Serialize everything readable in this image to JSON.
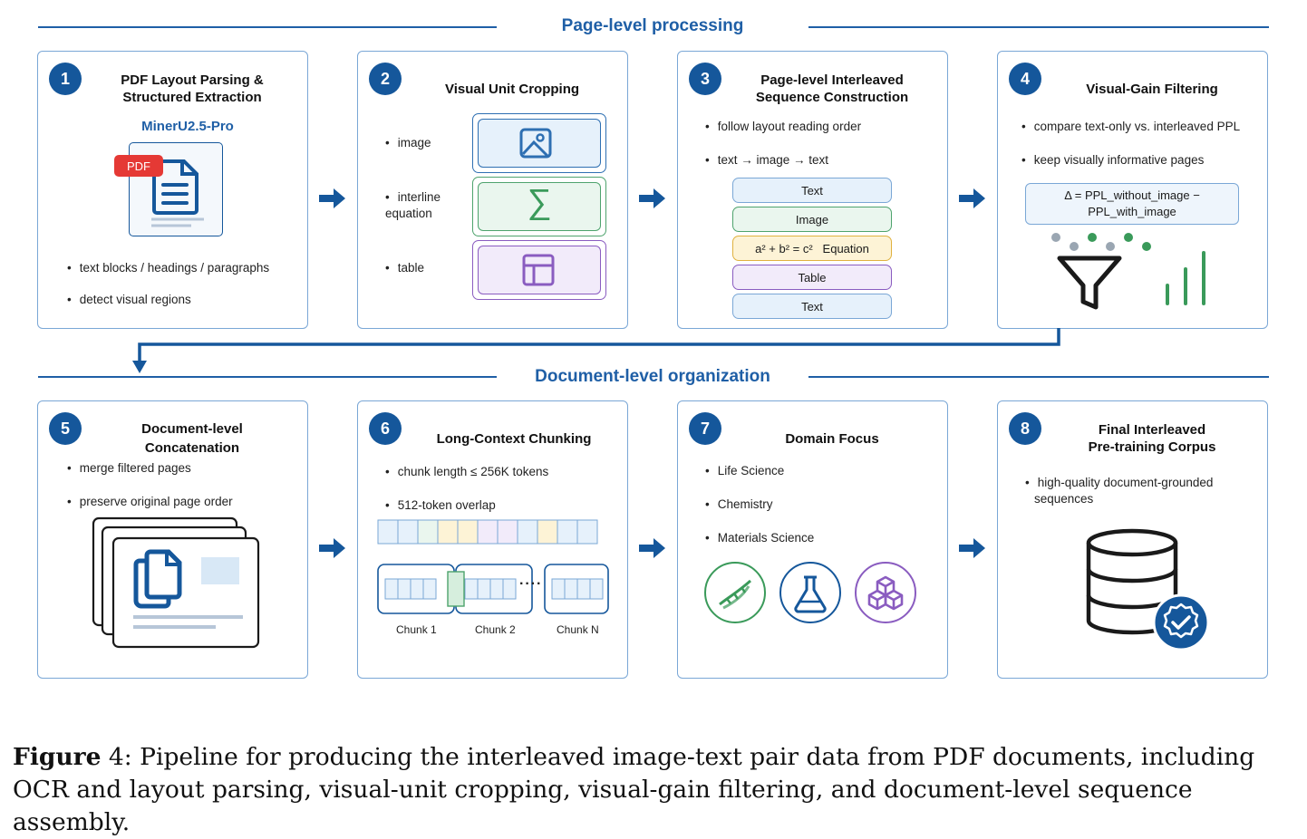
{
  "sections": {
    "page_level": "Page-level processing",
    "document_level": "Document-level organization"
  },
  "cards": {
    "c1": {
      "num": "1",
      "title_line1": "PDF Layout Parsing &",
      "title_line2": "Structured Extraction",
      "tool": "MinerU2.5-Pro",
      "pdf_tag": "PDF",
      "b1": "text blocks / headings / paragraphs",
      "b2": "detect visual regions"
    },
    "c2": {
      "num": "2",
      "title": "Visual Unit Cropping",
      "b1": "image",
      "b2_line1": "interline",
      "b2_line2": "equation",
      "b3": "table"
    },
    "c3": {
      "num": "3",
      "title_line1": "Page-level Interleaved",
      "title_line2": "Sequence Construction",
      "b1": "follow layout reading order",
      "b2": "text → image → text",
      "s1": "Text",
      "s2": "Image",
      "s3_formula": "a² + b² = c²",
      "s3": "Equation",
      "s4": "Table",
      "s5": "Text"
    },
    "c4": {
      "num": "4",
      "title": "Visual-Gain Filtering",
      "b1": "compare text-only vs. interleaved PPL",
      "b2": "keep visually informative pages",
      "formula_line1": "Δ = PPL_without_image −",
      "formula_line2": "PPL_with_image"
    },
    "c5": {
      "num": "5",
      "title_line1": "Document-level",
      "title_line2": "Concatenation",
      "b1": "merge filtered pages",
      "b2": "preserve original page order"
    },
    "c6": {
      "num": "6",
      "title": "Long-Context Chunking",
      "b1": "chunk length ≤ 256K tokens",
      "b2": "512-token overlap",
      "chunk1": "Chunk 1",
      "chunk2": "Chunk 2",
      "chunkn": "Chunk N",
      "ellipsis": "····"
    },
    "c7": {
      "num": "7",
      "title": "Domain Focus",
      "b1": "Life Science",
      "b2": "Chemistry",
      "b3": "Materials Science"
    },
    "c8": {
      "num": "8",
      "title_line1": "Final Interleaved",
      "title_line2": "Pre-training Corpus",
      "b1_line1": "high-quality document-grounded",
      "b1_line2": "sequences"
    }
  },
  "caption": {
    "label": "Figure",
    "text": " 4: Pipeline for producing the interleaved image-text pair data from PDF documents, including OCR and layout parsing, visual-unit cropping, visual-gain filtering, and document-level sequence assembly."
  },
  "colors": {
    "accent": "#15579b",
    "card_border": "#7aa7d6",
    "green": "#3a9a5a",
    "purple": "#8a5cc0",
    "yellow": "#e8c85a",
    "blue_light": "#e6f1fb"
  }
}
